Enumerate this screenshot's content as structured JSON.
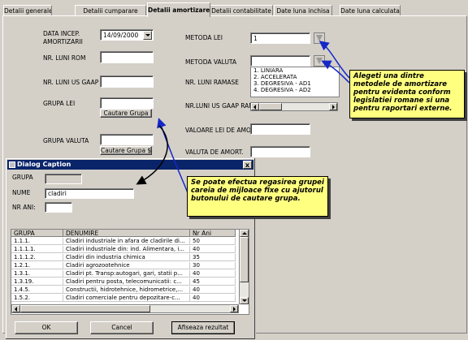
{
  "tabs": [
    "Detalii generale",
    "Detalii cumparare",
    "Detalii amortizare",
    "Detalii contabilitate",
    "Date luna inchisa",
    "Date luna calculata"
  ],
  "form": {
    "data_incep_label": "DATA INCEP. AMORTIZARII",
    "data_incep_value": "14/09/2000",
    "nr_luni_rom_label": "NR. LUNI  ROM",
    "nr_luni_us_gaap_label": "NR. LUNI US GAAP",
    "grupa_lei_label": "GRUPA LEI",
    "cautare_grupa_button": "Cautare Grupa",
    "grupa_valuta_label": "GRUPA VALUTA",
    "cautare_grupa_usd_button": "Cautare Grupa $",
    "metoda_lei_label": "METODA LEI",
    "metoda_lei_value": "1",
    "metoda_valuta_label": "METODA VALUTA",
    "metoda_options": [
      "1. LINIARA",
      "2. ACCELERATA",
      "3. DEGRESIVA - AD1",
      "4. DEGRESIVA - AD2"
    ],
    "nr_luni_ramase_label": "NR. LUNI RAMASE",
    "nr_luni_us_gaap_ram_label": "NR.LUNI US GAAP RAM.",
    "valoare_lei_label": "VALOARE LEI DE AMORT.",
    "valuta_de_amort_label": "VALUTA DE AMORT."
  },
  "dialog": {
    "title": "Dialog Caption",
    "close_glyph": "x",
    "grupa_label": "GRUPA",
    "nume_label": "NUME",
    "nume_value": "cladiri",
    "nr_ani_label": "NR ANI:",
    "columns": [
      "GRUPA",
      "DENUMIRE",
      "Nr Ani"
    ],
    "rows": [
      {
        "grupa": "1.1.1.",
        "denumire": "Cladiri industriale in afara de cladirile di...",
        "nr_ani": "50"
      },
      {
        "grupa": "1.1.1.1.",
        "denumire": "Cladiri industriale din: ind. Alimentara, i...",
        "nr_ani": "40"
      },
      {
        "grupa": "1.1.1.2.",
        "denumire": "Cladiri din industria chimica",
        "nr_ani": "35"
      },
      {
        "grupa": "1.2.1.",
        "denumire": "Cladiri agrozootehnice",
        "nr_ani": "30"
      },
      {
        "grupa": "1.3.1.",
        "denumire": "Cladiri pt. Transp:autogari, gari, statii p...",
        "nr_ani": "40"
      },
      {
        "grupa": "1.3.19.",
        "denumire": "Cladiri pentru posta, telecomunicatii: c...",
        "nr_ani": "45"
      },
      {
        "grupa": "1.4.5.",
        "denumire": "Constructii, hidrotehnice, hidrometrice,...",
        "nr_ani": "40"
      },
      {
        "grupa": "1.5.2.",
        "denumire": "Cladiri comerciale pentru depozitare-c...",
        "nr_ani": "40"
      }
    ],
    "ok_button": "OK",
    "cancel_button": "Cancel",
    "afiseaza_button": "Afiseaza rezultat"
  },
  "callouts": {
    "metode": "Alegeti una dintre metodele de amortizare pentru evidenta conform legislatiei romane si una pentru raportari externe.",
    "grupa": "Se poate efectua regasirea grupei careia de mijloace fixe cu ajutorul butonului de cautare grupa."
  },
  "colors": {
    "titlebar": "#0a246a",
    "callout_bg": "#ffff80",
    "arrow": "#1428c8",
    "window_bg": "#d4d0c8"
  }
}
